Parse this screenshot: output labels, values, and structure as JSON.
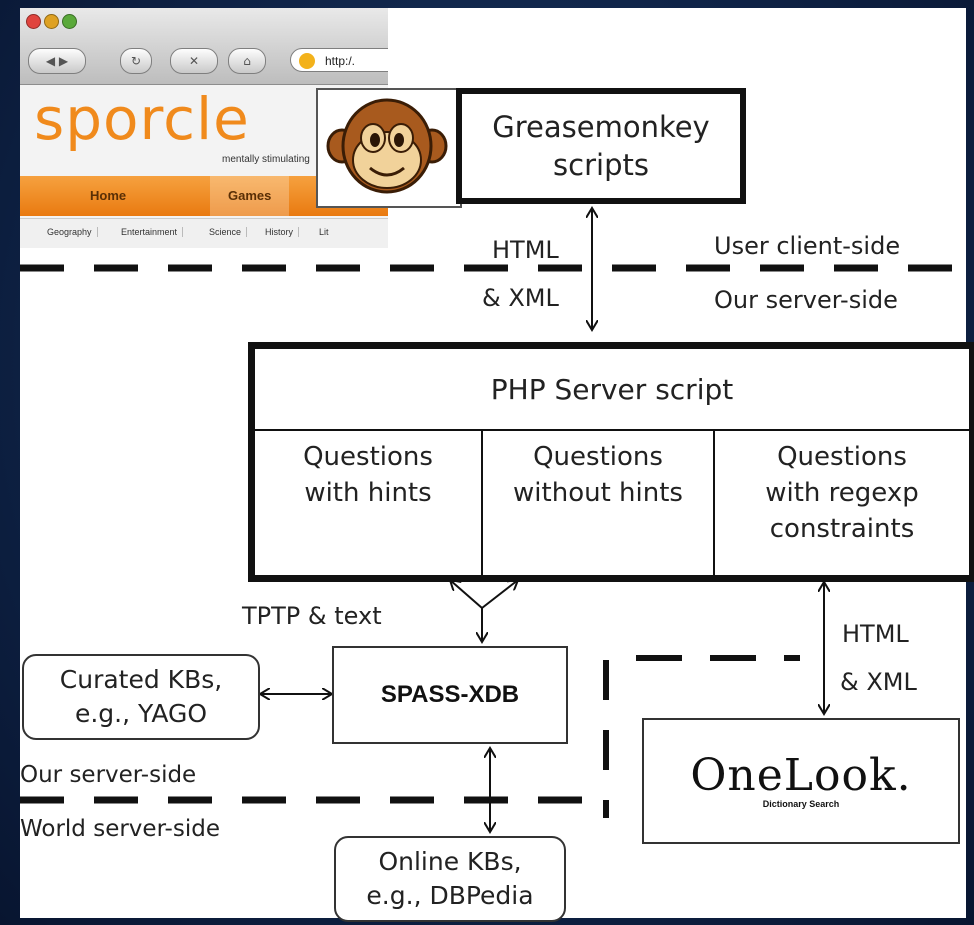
{
  "browser": {
    "url": "http:/.",
    "logo": "sporcle",
    "tagline": "mentally stimulating",
    "nav": [
      "Home",
      "Games"
    ],
    "subnav": [
      "Geography",
      "Entertainment",
      "Science",
      "History",
      "Lit"
    ]
  },
  "diagram": {
    "greasemonkey": "Greasemonkey scripts",
    "greasemonkey_line1": "Greasemonkey",
    "greasemonkey_line2": "scripts",
    "html_xml_top_1": "HTML",
    "html_xml_top_2": "& XML",
    "user_client_side": "User client-side",
    "our_server_side_top": "Our server-side",
    "php_server": "PHP Server script",
    "q1_line1": "Questions",
    "q1_line2": "with hints",
    "q2_line1": "Questions",
    "q2_line2": "without hints",
    "q3_line1": "Questions",
    "q3_line2": "with regexp",
    "q3_line3": "constraints",
    "tptp_text": "TPTP & text",
    "html_xml_right_1": "HTML",
    "html_xml_right_2": "& XML",
    "curated_line1": "Curated KBs,",
    "curated_line2": "e.g., YAGO",
    "spass": "SPASS-XDB",
    "onelook": "OneLook.",
    "onelook_sub": "Dictionary Search",
    "our_server_side_bottom": "Our server-side",
    "world_server_side": "World server-side",
    "online_line1": "Online KBs,",
    "online_line2": "e.g., DBPedia"
  },
  "colors": {
    "background": "#0f2448",
    "sporcle_orange": "#f08a1c",
    "line": "#111111"
  }
}
